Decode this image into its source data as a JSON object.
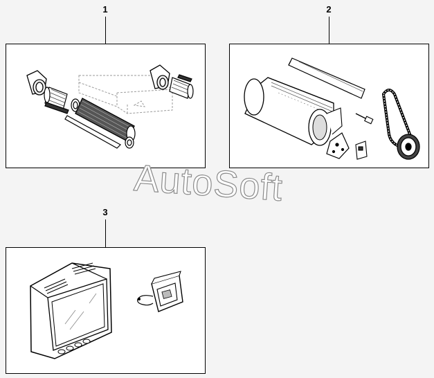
{
  "diagram": {
    "callouts": [
      {
        "id": "1",
        "label": "1"
      },
      {
        "id": "2",
        "label": "2"
      },
      {
        "id": "3",
        "label": "3"
      }
    ],
    "watermark": "AutoSoft",
    "colors": {
      "background": "#f4f4f4",
      "panel_fill": "#ffffff",
      "line": "#000000",
      "watermark_outline": "#8a8a8a"
    }
  }
}
